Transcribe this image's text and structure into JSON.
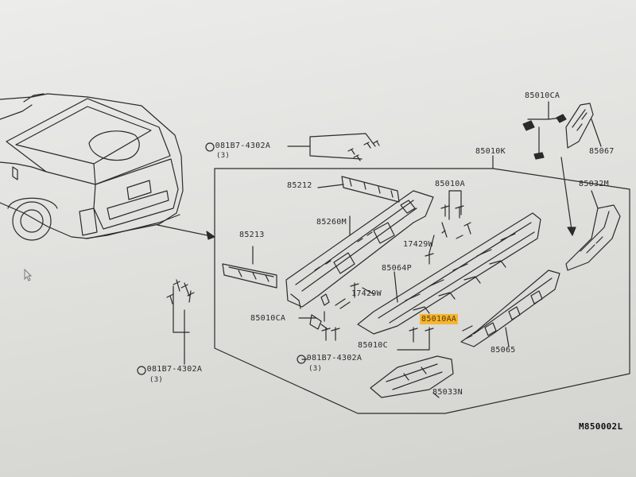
{
  "diagram": {
    "fig_code": "M850002L",
    "bolt_callouts": [
      {
        "part": "081B7-4302A",
        "qty": "(3)"
      },
      {
        "part": "081B7-4302A",
        "qty": "(3)"
      },
      {
        "part": "081B7-4302A",
        "qty": "(3)"
      }
    ],
    "parts": {
      "p85010CA_top": "85010CA",
      "p85067": "85067",
      "p85010K": "85010K",
      "p85212": "85212",
      "p85010A": "85010A",
      "p85032M": "85032M",
      "p85213": "85213",
      "p85260M": "85260M",
      "p17429W_a": "17429W",
      "p85064P": "85064P",
      "p17429W_b": "17429W",
      "p85010CA_left": "85010CA",
      "p85010AA": "85010AA",
      "p85010C": "85010C",
      "p85065": "85065",
      "p85033N": "85033N"
    },
    "highlight_color": "#f5b630"
  }
}
